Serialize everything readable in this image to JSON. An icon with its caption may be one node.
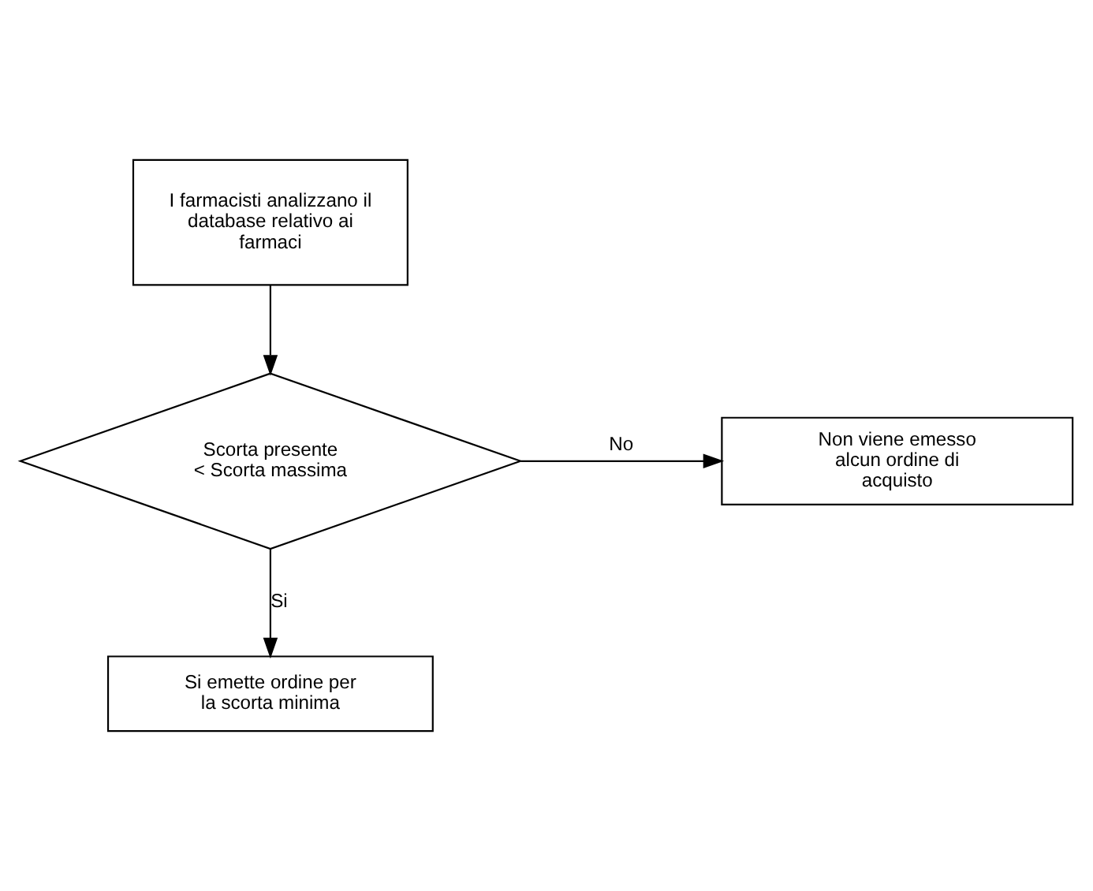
{
  "diagram": {
    "nodes": [
      {
        "text": [
          "I farmacisti analizzano il database relativo ai farmaci"
        ]
      },
      {
        "text": [
          "Scorta presente < Scorta massima"
        ]
      },
      {
        "text": [
          "Non viene emesso alcun ordine di acquisto"
        ]
      },
      {
        "text": [
          "Si emette ordine per la scorta minima"
        ]
      }
    ],
    "edges": [
      {
        "from": 0,
        "to": 1,
        "arrow": "to"
      },
      {
        "from": 1,
        "to": 2,
        "arrow": "to",
        "label": "No"
      },
      {
        "from": 1,
        "to": 3,
        "arrow": "to",
        "label": "Si"
      }
    ]
  }
}
